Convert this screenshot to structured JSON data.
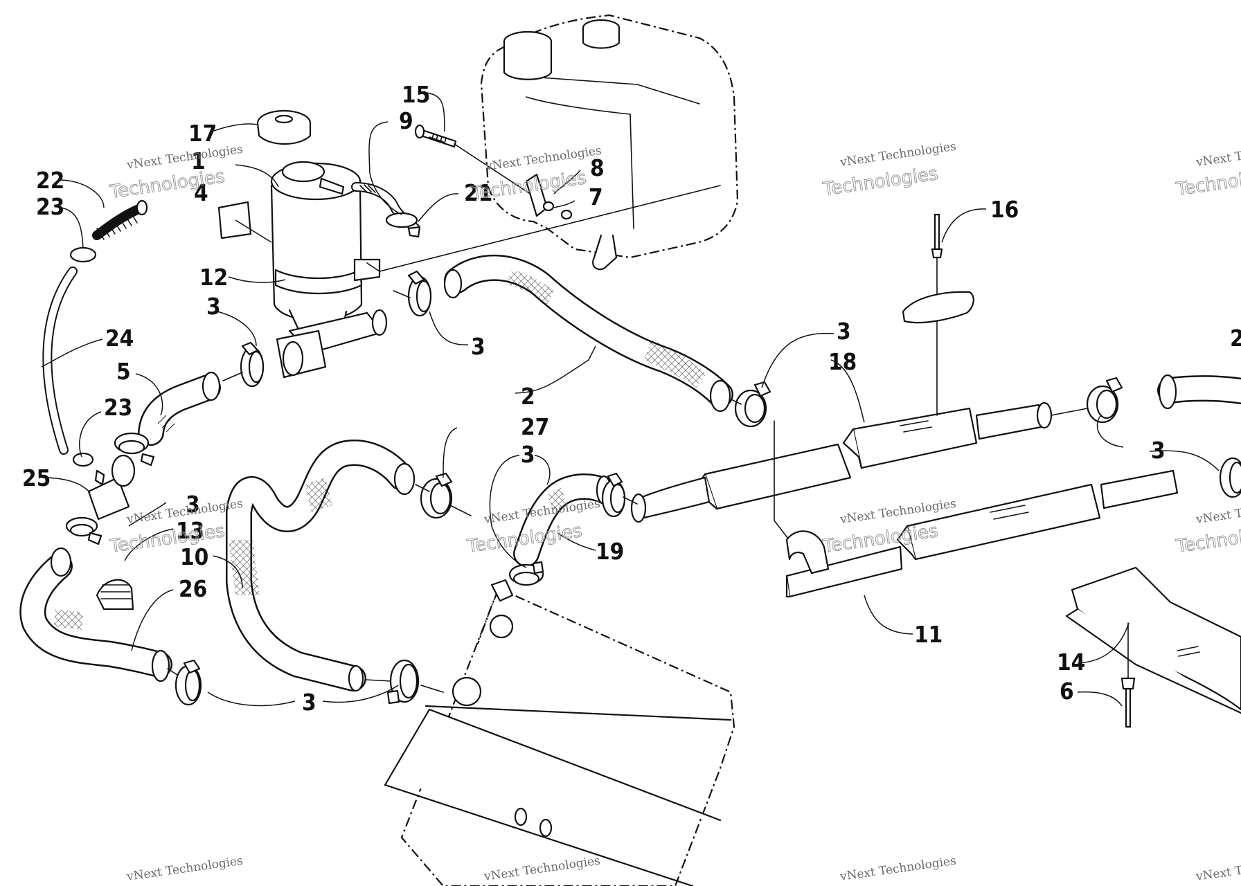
{
  "diagram": {
    "callouts": [
      {
        "id": "c1",
        "label": "1"
      },
      {
        "id": "c2",
        "label": "2"
      },
      {
        "id": "c3a",
        "label": "3"
      },
      {
        "id": "c3b",
        "label": "3"
      },
      {
        "id": "c3c",
        "label": "3"
      },
      {
        "id": "c3d",
        "label": "3"
      },
      {
        "id": "c3e",
        "label": "3"
      },
      {
        "id": "c3f",
        "label": "3"
      },
      {
        "id": "c3g",
        "label": "3"
      },
      {
        "id": "c4",
        "label": "4"
      },
      {
        "id": "c5",
        "label": "5"
      },
      {
        "id": "c6",
        "label": "6"
      },
      {
        "id": "c7",
        "label": "7"
      },
      {
        "id": "c8",
        "label": "8"
      },
      {
        "id": "c9",
        "label": "9"
      },
      {
        "id": "c10",
        "label": "10"
      },
      {
        "id": "c11",
        "label": "11"
      },
      {
        "id": "c12",
        "label": "12"
      },
      {
        "id": "c13",
        "label": "13"
      },
      {
        "id": "c14",
        "label": "14"
      },
      {
        "id": "c15",
        "label": "15"
      },
      {
        "id": "c16",
        "label": "16"
      },
      {
        "id": "c17",
        "label": "17"
      },
      {
        "id": "c18",
        "label": "18"
      },
      {
        "id": "c19",
        "label": "19"
      },
      {
        "id": "c21",
        "label": "21"
      },
      {
        "id": "c22",
        "label": "22"
      },
      {
        "id": "c23a",
        "label": "23"
      },
      {
        "id": "c23b",
        "label": "23"
      },
      {
        "id": "c24",
        "label": "24"
      },
      {
        "id": "c25",
        "label": "25"
      },
      {
        "id": "c26",
        "label": "26"
      },
      {
        "id": "c27",
        "label": "27"
      },
      {
        "id": "c2edge",
        "label": "2"
      }
    ],
    "watermark": {
      "line1": "vNext Technologies",
      "line2": "Technologies"
    }
  }
}
